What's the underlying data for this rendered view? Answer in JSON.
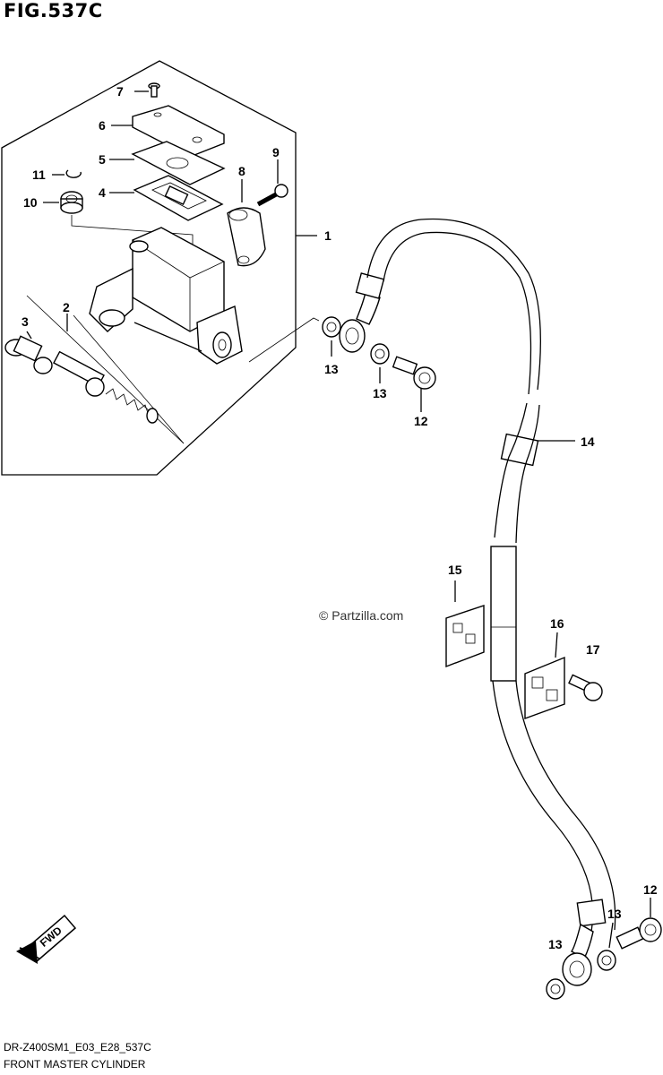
{
  "figure": {
    "title": "FIG.537C",
    "code": "DR-Z400SM1_E03_E28_537C",
    "caption": "FRONT MASTER CYLINDER",
    "watermark": "© Partzilla.com",
    "fwd_label": "FWD"
  },
  "callouts": [
    "1",
    "2",
    "3",
    "4",
    "5",
    "6",
    "7",
    "8",
    "9",
    "10",
    "11",
    "12",
    "13",
    "14",
    "15",
    "16",
    "17"
  ],
  "repeat_callouts": {
    "13b": "13",
    "13c": "13",
    "13d": "13",
    "12b": "12"
  }
}
